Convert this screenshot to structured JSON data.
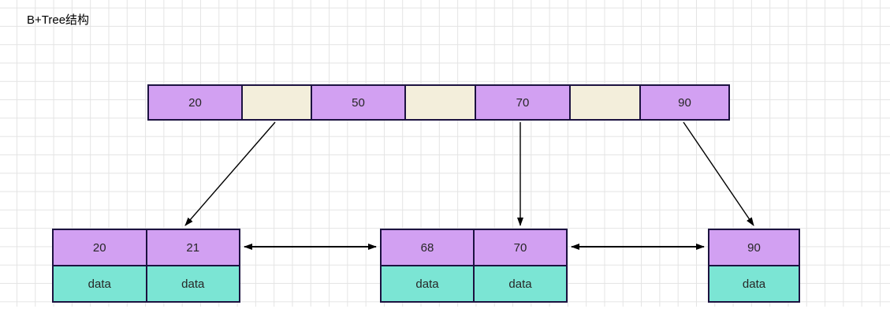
{
  "title": "B+Tree结构",
  "colors": {
    "key_cell_fill": "#D2A0F2",
    "pointer_cell_fill": "#F3EEDB",
    "data_cell_fill": "#7BE5D4",
    "cell_border": "#1C1240",
    "arrow": "#000000",
    "grid_line": "#E4E4E4",
    "canvas_bg": "#FFFFFF"
  },
  "root": {
    "cells": [
      {
        "type": "key",
        "label": "20"
      },
      {
        "type": "pointer",
        "label": ""
      },
      {
        "type": "key",
        "label": "50"
      },
      {
        "type": "pointer",
        "label": ""
      },
      {
        "type": "key",
        "label": "70"
      },
      {
        "type": "pointer",
        "label": ""
      },
      {
        "type": "key",
        "label": "90"
      }
    ]
  },
  "leaves": [
    {
      "keys": [
        "20",
        "21"
      ],
      "data": [
        "data",
        "data"
      ]
    },
    {
      "keys": [
        "68",
        "70"
      ],
      "data": [
        "data",
        "data"
      ]
    },
    {
      "keys": [
        "90"
      ],
      "data": [
        "data"
      ]
    }
  ]
}
